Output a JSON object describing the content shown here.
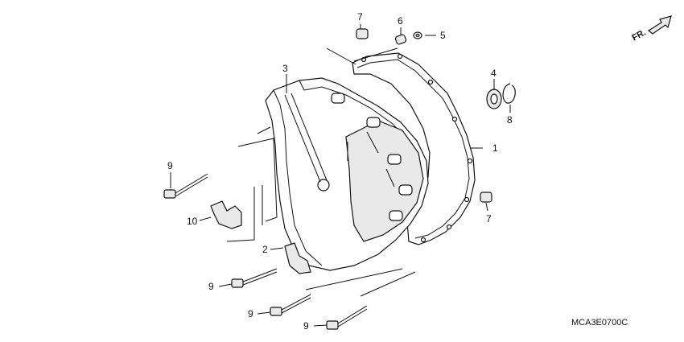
{
  "diagram_code": "MCA3E0700C",
  "direction_label": "FR.",
  "callouts": {
    "c1": "1",
    "c2": "2",
    "c3": "3",
    "c4": "4",
    "c5": "5",
    "c6": "6",
    "c7a": "7",
    "c7b": "7",
    "c8": "8",
    "c9a": "9",
    "c9b": "9",
    "c9c": "9",
    "c9d": "9",
    "c10": "10"
  }
}
